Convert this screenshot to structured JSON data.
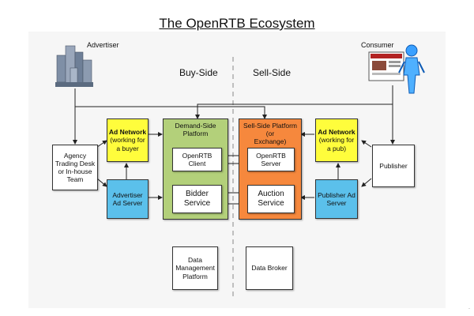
{
  "title": "The OpenRTB Ecosystem",
  "sides": {
    "buy": "Buy-Side",
    "sell": "Sell-Side"
  },
  "actors": {
    "advertiser": "Advertiser",
    "consumer": "Consumer"
  },
  "nodes": {
    "agency": "Agency\nTrading Desk\nor In-house\nTeam",
    "ad_network_buyer_title": "Ad Network",
    "ad_network_buyer_sub": "(working for\na buyer",
    "advertiser_ad_server": "Advertiser\nAd Server",
    "dsp": "Demand-Side\nPlatform",
    "openrtb_client": "OpenRTB Client",
    "bidder_service": "Bidder\nService",
    "ssp": "Sell-Side Platform (or\nExchange)",
    "openrtb_server": "OpenRTB Server",
    "auction_service": "Auction\nService",
    "ad_network_pub_title": "Ad Network",
    "ad_network_pub_sub": "(working for\na pub)",
    "publisher_ad_server": "Publisher Ad\nServer",
    "publisher": "Publisher",
    "dmp": "Data\nManagement\nPlatform",
    "data_broker": "Data Broker"
  },
  "corner_mark": "·",
  "colors": {
    "yellow": "#fffd3c",
    "blue": "#5bc0eb",
    "green": "#b3d07a",
    "orange": "#f6883d"
  },
  "icons": [
    "buildings-icon",
    "person-icon",
    "monitor-webpage-icon"
  ]
}
